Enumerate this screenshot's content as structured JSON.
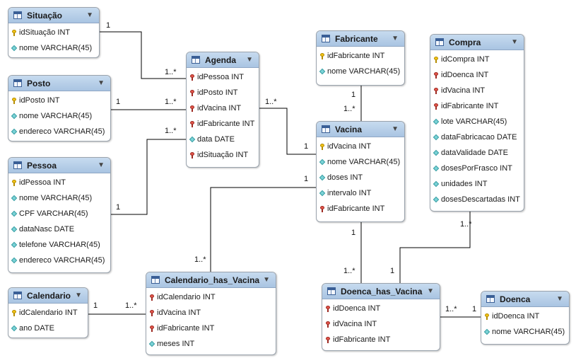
{
  "tables": {
    "situacao": {
      "title": "Situação",
      "columns": [
        {
          "icon": "pk",
          "text": "idSituação INT"
        },
        {
          "icon": "at",
          "text": "nome VARCHAR(45)"
        }
      ]
    },
    "posto": {
      "title": "Posto",
      "columns": [
        {
          "icon": "pk",
          "text": "idPosto INT"
        },
        {
          "icon": "at",
          "text": "nome VARCHAR(45)"
        },
        {
          "icon": "at",
          "text": "endereco VARCHAR(45)"
        }
      ]
    },
    "pessoa": {
      "title": "Pessoa",
      "columns": [
        {
          "icon": "pk",
          "text": "idPessoa INT"
        },
        {
          "icon": "at",
          "text": "nome VARCHAR(45)"
        },
        {
          "icon": "at",
          "text": "CPF VARCHAR(45)"
        },
        {
          "icon": "at",
          "text": "dataNasc DATE"
        },
        {
          "icon": "at",
          "text": "telefone VARCHAR(45)"
        },
        {
          "icon": "at",
          "text": "endereco VARCHAR(45)"
        }
      ]
    },
    "calendario": {
      "title": "Calendario",
      "columns": [
        {
          "icon": "pk",
          "text": "idCalendario INT"
        },
        {
          "icon": "at",
          "text": "ano DATE"
        }
      ]
    },
    "agenda": {
      "title": "Agenda",
      "columns": [
        {
          "icon": "fk",
          "text": "idPessoa INT"
        },
        {
          "icon": "fk",
          "text": "idPosto INT"
        },
        {
          "icon": "fk",
          "text": "idVacina INT"
        },
        {
          "icon": "fk",
          "text": "idFabricante INT"
        },
        {
          "icon": "at",
          "text": "data DATE"
        },
        {
          "icon": "fk",
          "text": "idSituação INT"
        }
      ]
    },
    "calendario_has_vacina": {
      "title": "Calendario_has_Vacina",
      "columns": [
        {
          "icon": "fk",
          "text": "idCalendario INT"
        },
        {
          "icon": "fk",
          "text": "idVacina INT"
        },
        {
          "icon": "fk",
          "text": "idFabricante INT"
        },
        {
          "icon": "at",
          "text": "meses INT"
        }
      ]
    },
    "fabricante": {
      "title": "Fabricante",
      "columns": [
        {
          "icon": "pk",
          "text": "idFabricante INT"
        },
        {
          "icon": "at",
          "text": "nome VARCHAR(45)"
        }
      ]
    },
    "vacina": {
      "title": "Vacina",
      "columns": [
        {
          "icon": "pk",
          "text": "idVacina INT"
        },
        {
          "icon": "at",
          "text": "nome VARCHAR(45)"
        },
        {
          "icon": "at",
          "text": "doses INT"
        },
        {
          "icon": "at",
          "text": "intervalo INT"
        },
        {
          "icon": "fk",
          "text": "idFabricante INT"
        }
      ]
    },
    "doenca_has_vacina": {
      "title": "Doenca_has_Vacina",
      "columns": [
        {
          "icon": "fk",
          "text": "idDoenca INT"
        },
        {
          "icon": "fk",
          "text": "idVacina INT"
        },
        {
          "icon": "fk",
          "text": "idFabricante INT"
        }
      ]
    },
    "compra": {
      "title": "Compra",
      "columns": [
        {
          "icon": "pk",
          "text": "idCompra INT"
        },
        {
          "icon": "fk",
          "text": "idDoenca INT"
        },
        {
          "icon": "fk",
          "text": "idVacina INT"
        },
        {
          "icon": "fk",
          "text": "idFabricante INT"
        },
        {
          "icon": "at",
          "text": "lote VARCHAR(45)"
        },
        {
          "icon": "at",
          "text": "dataFabricacao DATE"
        },
        {
          "icon": "at",
          "text": "dataValidade DATE"
        },
        {
          "icon": "at",
          "text": "dosesPorFrasco INT"
        },
        {
          "icon": "at",
          "text": "unidades INT"
        },
        {
          "icon": "at",
          "text": "dosesDescartadas INT"
        }
      ]
    },
    "doenca": {
      "title": "Doenca",
      "columns": [
        {
          "icon": "pk",
          "text": "idDoenca INT"
        },
        {
          "icon": "at",
          "text": "nome VARCHAR(45)"
        }
      ]
    }
  },
  "ui": {
    "collapse_icon": "triangle-down-icon",
    "table_icon": "table-grid-icon"
  },
  "relationships": [
    {
      "from": "situacao",
      "to": "agenda",
      "from_card": "1",
      "to_card": "1..*"
    },
    {
      "from": "posto",
      "to": "agenda",
      "from_card": "1",
      "to_card": "1..*"
    },
    {
      "from": "pessoa",
      "to": "agenda",
      "from_card": "1",
      "to_card": "1..*"
    },
    {
      "from": "vacina",
      "to": "agenda",
      "from_card": "1",
      "to_card": "1..*"
    },
    {
      "from": "fabricante",
      "to": "vacina",
      "from_card": "1",
      "to_card": "1..*"
    },
    {
      "from": "vacina",
      "to": "calendario_has_vacina",
      "from_card": "1",
      "to_card": "1..*"
    },
    {
      "from": "calendario",
      "to": "calendario_has_vacina",
      "from_card": "1",
      "to_card": "1..*"
    },
    {
      "from": "vacina",
      "to": "doenca_has_vacina",
      "from_card": "1",
      "to_card": "1..*"
    },
    {
      "from": "doenca_has_vacina",
      "to": "compra",
      "from_card": "1",
      "to_card": "1..*"
    },
    {
      "from": "doenca",
      "to": "doenca_has_vacina",
      "from_card": "1",
      "to_card": "1..*"
    }
  ]
}
